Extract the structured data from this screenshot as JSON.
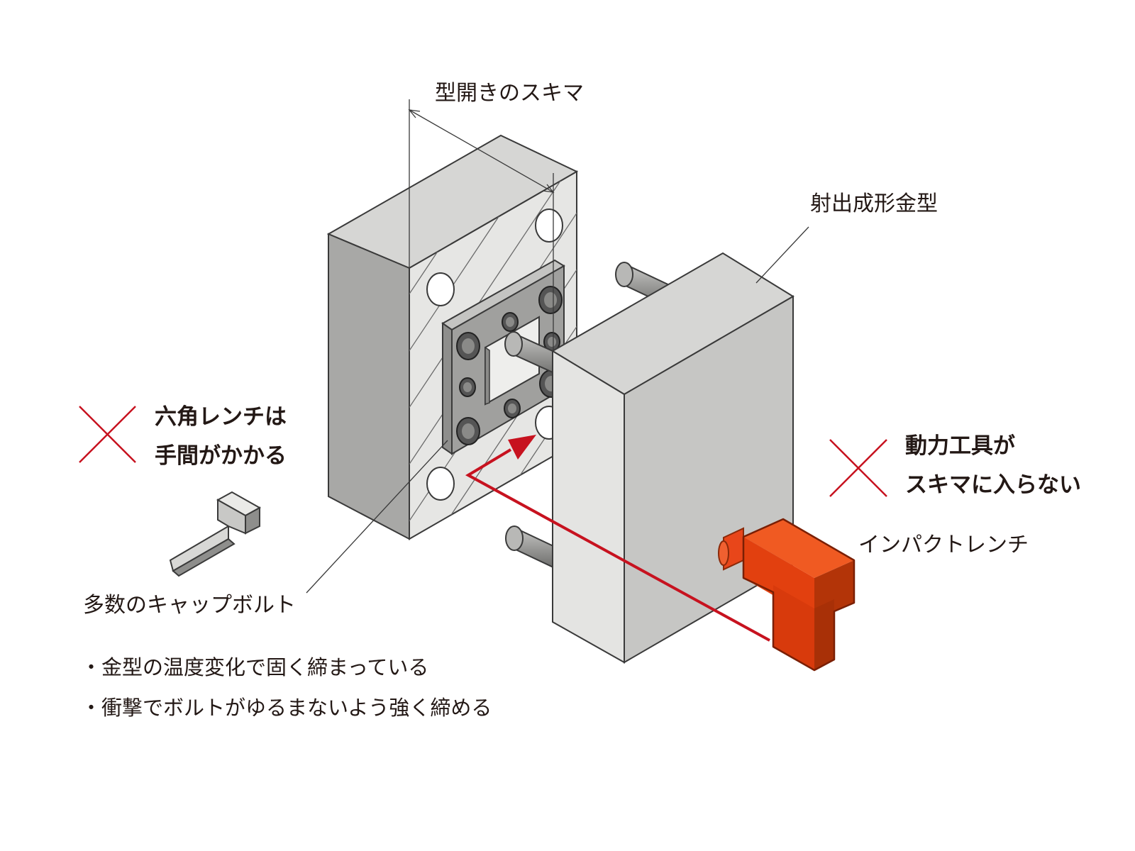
{
  "labels": {
    "gap": "型開きのスキマ",
    "mold": "射出成形金型",
    "hex_wrench_ng_1": "六角レンチは",
    "hex_wrench_ng_2": "手間がかかる",
    "power_tool_ng_1": "動力工具が",
    "power_tool_ng_2": "スキマに入らない",
    "impact_wrench": "インパクトレンチ",
    "cap_bolts": "多数のキャップボルト"
  },
  "bullets": [
    "・金型の温度変化で固く締まっている",
    "・衝撃でボルトがゆるまないよう強く締める"
  ],
  "colors": {
    "ng_mark": "#c7121f",
    "impact_wrench": "#d93a0c",
    "arrow": "#c7121f",
    "mold_front": "#e4e4e2",
    "mold_side": "#a8a8a6",
    "mold_top": "#d6d6d4",
    "text": "#231815"
  }
}
